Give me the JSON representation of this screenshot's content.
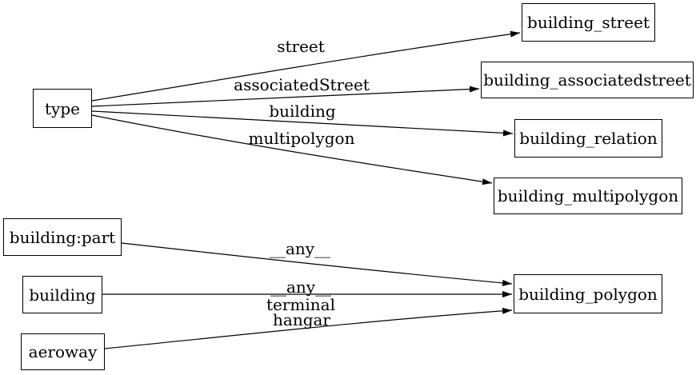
{
  "diagram": {
    "type": "directed-graph",
    "background_color": "#ffffff",
    "stroke_color": "#000000",
    "text_color": "#000000",
    "nodes": [
      {
        "id": "type",
        "label": "type"
      },
      {
        "id": "building_street",
        "label": "building_street"
      },
      {
        "id": "building_associatedstreet",
        "label": "building_associatedstreet"
      },
      {
        "id": "building_relation",
        "label": "building_relation"
      },
      {
        "id": "building_multipolygon",
        "label": "building_multipolygon"
      },
      {
        "id": "building:part",
        "label": "building:part"
      },
      {
        "id": "building",
        "label": "building"
      },
      {
        "id": "aeroway",
        "label": "aeroway"
      },
      {
        "id": "building_polygon",
        "label": "building_polygon"
      }
    ],
    "edges": [
      {
        "from": "type",
        "to": "building_street",
        "label": "street"
      },
      {
        "from": "type",
        "to": "building_associatedstreet",
        "label": "associatedStreet"
      },
      {
        "from": "type",
        "to": "building_relation",
        "label": "building"
      },
      {
        "from": "type",
        "to": "building_multipolygon",
        "label": "multipolygon"
      },
      {
        "from": "building:part",
        "to": "building_polygon",
        "label": "__any__"
      },
      {
        "from": "building",
        "to": "building_polygon",
        "label": "__any__"
      },
      {
        "from": "aeroway",
        "to": "building_polygon",
        "label_lines": [
          "terminal",
          "hangar"
        ]
      }
    ]
  }
}
